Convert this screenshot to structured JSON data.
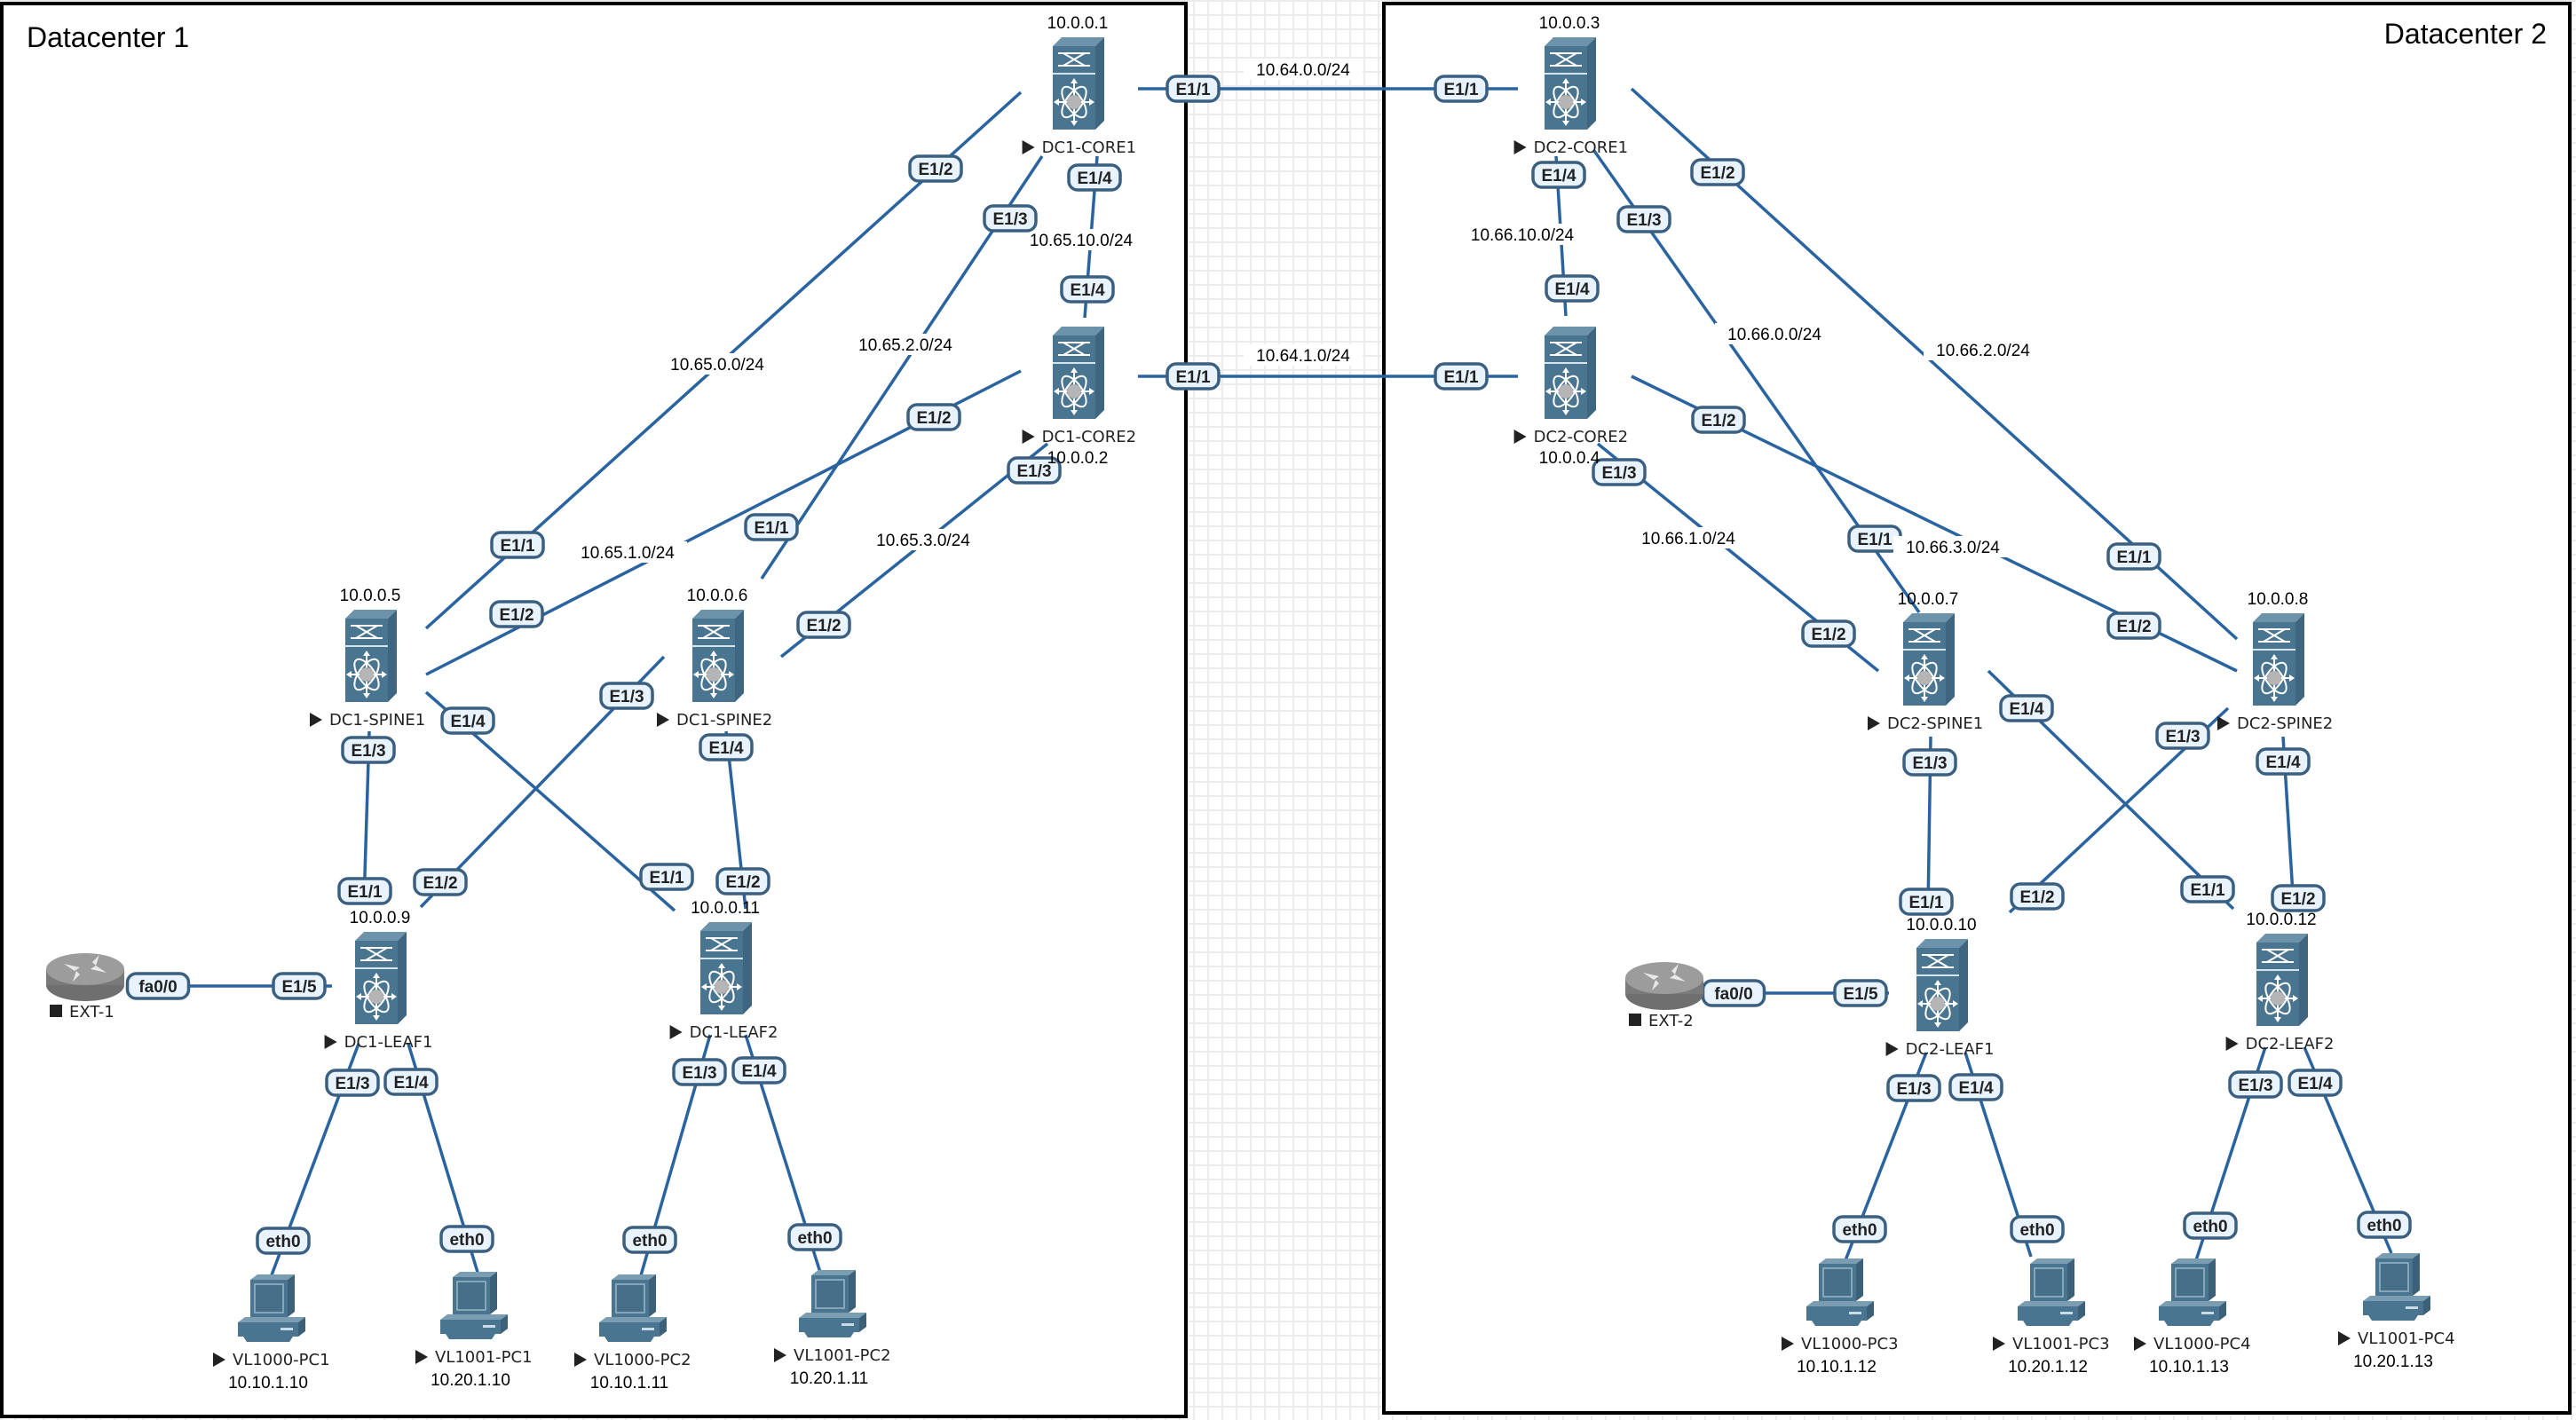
{
  "diagram": {
    "title": "Two-datacenter spine-leaf topology",
    "datacenters": [
      {
        "id": "dc1",
        "label": "Datacenter 1"
      },
      {
        "id": "dc2",
        "label": "Datacenter 2"
      }
    ],
    "colors": {
      "link": "#2a64a0",
      "switch_body": "#4a7590",
      "router_body": "#8a8a8a",
      "port_fill": "#e8f3fd",
      "port_border": "#3a5f80",
      "frame": "#000000"
    },
    "nodes": [
      {
        "id": "dc1-core1",
        "name": "DC1-CORE1",
        "ip": "10.0.0.1",
        "type": "switch",
        "icon": "nexus-switch-icon",
        "status": "running",
        "ip_position": "above"
      },
      {
        "id": "dc1-core2",
        "name": "DC1-CORE2",
        "ip": "10.0.0.2",
        "type": "switch",
        "icon": "nexus-switch-icon",
        "status": "running",
        "ip_position": "below"
      },
      {
        "id": "dc1-spine1",
        "name": "DC1-SPINE1",
        "ip": "10.0.0.5",
        "type": "switch",
        "icon": "nexus-switch-icon",
        "status": "running",
        "ip_position": "above"
      },
      {
        "id": "dc1-spine2",
        "name": "DC1-SPINE2",
        "ip": "10.0.0.6",
        "type": "switch",
        "icon": "nexus-switch-icon",
        "status": "running",
        "ip_position": "above"
      },
      {
        "id": "dc1-leaf1",
        "name": "DC1-LEAF1",
        "ip": "10.0.0.9",
        "type": "switch",
        "icon": "nexus-switch-icon",
        "status": "running",
        "ip_position": "above"
      },
      {
        "id": "dc1-leaf2",
        "name": "DC1-LEAF2",
        "ip": "10.0.0.11",
        "type": "switch",
        "icon": "nexus-switch-icon",
        "status": "running",
        "ip_position": "above"
      },
      {
        "id": "ext-1",
        "name": "EXT-1",
        "ip": "",
        "type": "router",
        "icon": "router-icon",
        "status": "stopped",
        "ip_position": "none"
      },
      {
        "id": "vl1000-pc1",
        "name": "VL1000-PC1",
        "ip": "10.10.1.10",
        "type": "pc",
        "icon": "pc-icon",
        "status": "running",
        "ip_position": "below"
      },
      {
        "id": "vl1001-pc1",
        "name": "VL1001-PC1",
        "ip": "10.20.1.10",
        "type": "pc",
        "icon": "pc-icon",
        "status": "running",
        "ip_position": "below"
      },
      {
        "id": "vl1000-pc2",
        "name": "VL1000-PC2",
        "ip": "10.10.1.11",
        "type": "pc",
        "icon": "pc-icon",
        "status": "running",
        "ip_position": "below"
      },
      {
        "id": "vl1001-pc2",
        "name": "VL1001-PC2",
        "ip": "10.20.1.11",
        "type": "pc",
        "icon": "pc-icon",
        "status": "running",
        "ip_position": "below"
      },
      {
        "id": "dc2-core1",
        "name": "DC2-CORE1",
        "ip": "10.0.0.3",
        "type": "switch",
        "icon": "nexus-switch-icon",
        "status": "running",
        "ip_position": "above"
      },
      {
        "id": "dc2-core2",
        "name": "DC2-CORE2",
        "ip": "10.0.0.4",
        "type": "switch",
        "icon": "nexus-switch-icon",
        "status": "running",
        "ip_position": "below"
      },
      {
        "id": "dc2-spine1",
        "name": "DC2-SPINE1",
        "ip": "10.0.0.7",
        "type": "switch",
        "icon": "nexus-switch-icon",
        "status": "running",
        "ip_position": "above"
      },
      {
        "id": "dc2-spine2",
        "name": "DC2-SPINE2",
        "ip": "10.0.0.8",
        "type": "switch",
        "icon": "nexus-switch-icon",
        "status": "running",
        "ip_position": "above"
      },
      {
        "id": "dc2-leaf1",
        "name": "DC2-LEAF1",
        "ip": "10.0.0.10",
        "type": "switch",
        "icon": "nexus-switch-icon",
        "status": "running",
        "ip_position": "above"
      },
      {
        "id": "dc2-leaf2",
        "name": "DC2-LEAF2",
        "ip": "10.0.0.12",
        "type": "switch",
        "icon": "nexus-switch-icon",
        "status": "running",
        "ip_position": "above"
      },
      {
        "id": "ext-2",
        "name": "EXT-2",
        "ip": "",
        "type": "router",
        "icon": "router-icon",
        "status": "stopped",
        "ip_position": "none"
      },
      {
        "id": "vl1000-pc3",
        "name": "VL1000-PC3",
        "ip": "10.10.1.12",
        "type": "pc",
        "icon": "pc-icon",
        "status": "running",
        "ip_position": "below"
      },
      {
        "id": "vl1001-pc3",
        "name": "VL1001-PC3",
        "ip": "10.20.1.12",
        "type": "pc",
        "icon": "pc-icon",
        "status": "running",
        "ip_position": "below"
      },
      {
        "id": "vl1000-pc4",
        "name": "VL1000-PC4",
        "ip": "10.10.1.13",
        "type": "pc",
        "icon": "pc-icon",
        "status": "running",
        "ip_position": "below"
      },
      {
        "id": "vl1001-pc4",
        "name": "VL1001-PC4",
        "ip": "10.20.1.13",
        "type": "pc",
        "icon": "pc-icon",
        "status": "running",
        "ip_position": "below"
      }
    ],
    "links": [
      {
        "a": "dc1-core1",
        "a_port": "E1/1",
        "b": "dc2-core1",
        "b_port": "E1/1",
        "subnet": "10.64.0.0/24"
      },
      {
        "a": "dc1-core2",
        "a_port": "E1/1",
        "b": "dc2-core2",
        "b_port": "E1/1",
        "subnet": "10.64.1.0/24"
      },
      {
        "a": "dc1-core1",
        "a_port": "E1/4",
        "b": "dc1-core2",
        "b_port": "E1/4",
        "subnet": "10.65.10.0/24"
      },
      {
        "a": "dc1-core1",
        "a_port": "E1/2",
        "b": "dc1-spine1",
        "b_port": "E1/1",
        "subnet": "10.65.0.0/24"
      },
      {
        "a": "dc1-core1",
        "a_port": "E1/3",
        "b": "dc1-spine2",
        "b_port": "E1/1",
        "subnet": "10.65.2.0/24"
      },
      {
        "a": "dc1-core2",
        "a_port": "E1/2",
        "b": "dc1-spine1",
        "b_port": "E1/2",
        "subnet": "10.65.1.0/24"
      },
      {
        "a": "dc1-core2",
        "a_port": "E1/3",
        "b": "dc1-spine2",
        "b_port": "E1/2",
        "subnet": "10.65.3.0/24"
      },
      {
        "a": "dc1-spine1",
        "a_port": "E1/3",
        "b": "dc1-leaf1",
        "b_port": "E1/1",
        "subnet": ""
      },
      {
        "a": "dc1-spine1",
        "a_port": "E1/4",
        "b": "dc1-leaf2",
        "b_port": "E1/1",
        "subnet": ""
      },
      {
        "a": "dc1-spine2",
        "a_port": "E1/3",
        "b": "dc1-leaf1",
        "b_port": "E1/2",
        "subnet": ""
      },
      {
        "a": "dc1-spine2",
        "a_port": "E1/4",
        "b": "dc1-leaf2",
        "b_port": "E1/2",
        "subnet": ""
      },
      {
        "a": "ext-1",
        "a_port": "fa0/0",
        "b": "dc1-leaf1",
        "b_port": "E1/5",
        "subnet": ""
      },
      {
        "a": "dc1-leaf1",
        "a_port": "E1/3",
        "b": "vl1000-pc1",
        "b_port": "eth0",
        "subnet": ""
      },
      {
        "a": "dc1-leaf1",
        "a_port": "E1/4",
        "b": "vl1001-pc1",
        "b_port": "eth0",
        "subnet": ""
      },
      {
        "a": "dc1-leaf2",
        "a_port": "E1/3",
        "b": "vl1000-pc2",
        "b_port": "eth0",
        "subnet": ""
      },
      {
        "a": "dc1-leaf2",
        "a_port": "E1/4",
        "b": "vl1001-pc2",
        "b_port": "eth0",
        "subnet": ""
      },
      {
        "a": "dc2-core1",
        "a_port": "E1/4",
        "b": "dc2-core2",
        "b_port": "E1/4",
        "subnet": "10.66.10.0/24"
      },
      {
        "a": "dc2-core1",
        "a_port": "E1/3",
        "b": "dc2-spine1",
        "b_port": "E1/1",
        "subnet": "10.66.0.0/24"
      },
      {
        "a": "dc2-core1",
        "a_port": "E1/2",
        "b": "dc2-spine2",
        "b_port": "E1/1",
        "subnet": "10.66.2.0/24"
      },
      {
        "a": "dc2-core2",
        "a_port": "E1/3",
        "b": "dc2-spine1",
        "b_port": "E1/2",
        "subnet": "10.66.1.0/24"
      },
      {
        "a": "dc2-core2",
        "a_port": "E1/2",
        "b": "dc2-spine2",
        "b_port": "E1/2",
        "subnet": "10.66.3.0/24"
      },
      {
        "a": "dc2-spine1",
        "a_port": "E1/3",
        "b": "dc2-leaf1",
        "b_port": "E1/1",
        "subnet": ""
      },
      {
        "a": "dc2-spine1",
        "a_port": "E1/4",
        "b": "dc2-leaf2",
        "b_port": "E1/1",
        "subnet": ""
      },
      {
        "a": "dc2-spine2",
        "a_port": "E1/3",
        "b": "dc2-leaf1",
        "b_port": "E1/2",
        "subnet": ""
      },
      {
        "a": "dc2-spine2",
        "a_port": "E1/4",
        "b": "dc2-leaf2",
        "b_port": "E1/2",
        "subnet": ""
      },
      {
        "a": "ext-2",
        "a_port": "fa0/0",
        "b": "dc2-leaf1",
        "b_port": "E1/5",
        "subnet": ""
      },
      {
        "a": "dc2-leaf1",
        "a_port": "E1/3",
        "b": "vl1000-pc3",
        "b_port": "eth0",
        "subnet": ""
      },
      {
        "a": "dc2-leaf1",
        "a_port": "E1/4",
        "b": "vl1001-pc3",
        "b_port": "eth0",
        "subnet": ""
      },
      {
        "a": "dc2-leaf2",
        "a_port": "E1/3",
        "b": "vl1000-pc4",
        "b_port": "eth0",
        "subnet": ""
      },
      {
        "a": "dc2-leaf2",
        "a_port": "E1/4",
        "b": "vl1001-pc4",
        "b_port": "eth0",
        "subnet": ""
      }
    ]
  }
}
